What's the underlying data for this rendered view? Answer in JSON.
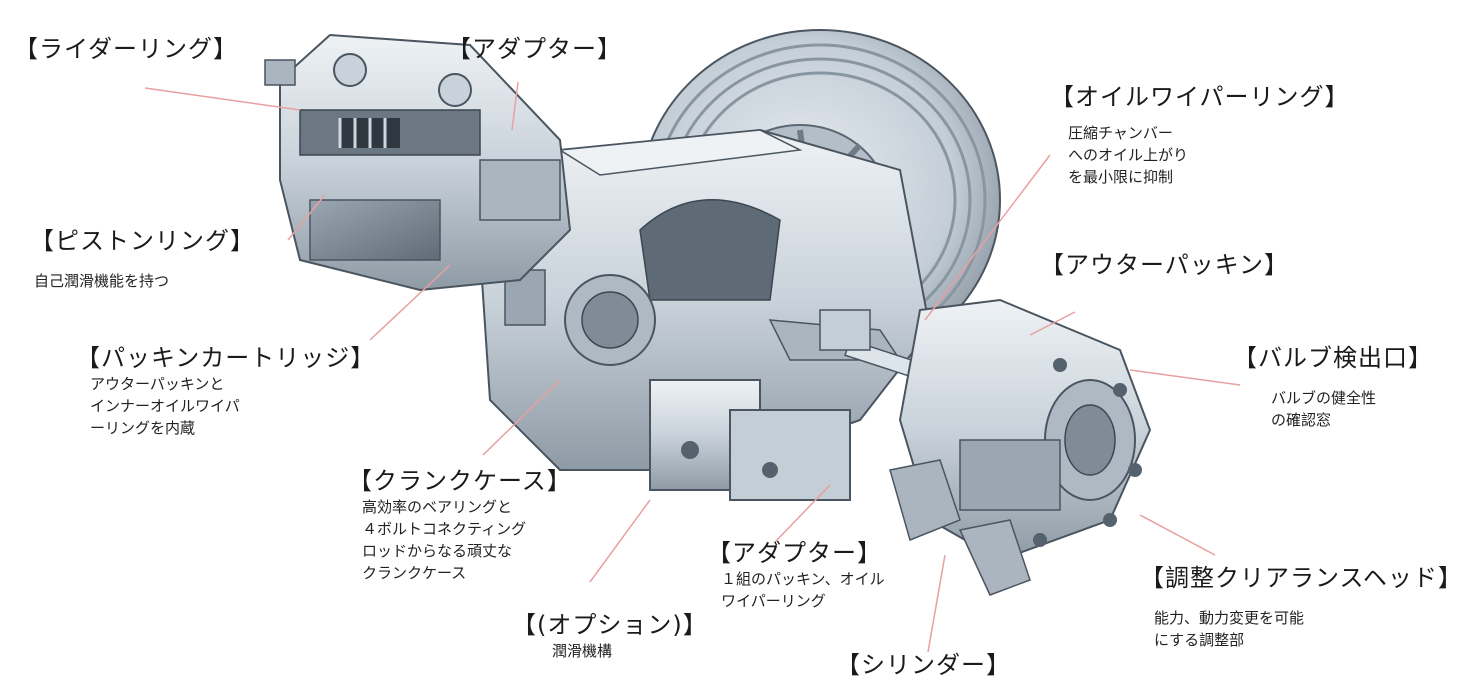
{
  "labels": [
    {
      "id": "rider-ring",
      "title": "【ライダーリング】",
      "lines": []
    },
    {
      "id": "adapter-top",
      "title": "【アダプター】",
      "lines": []
    },
    {
      "id": "oil-wiper-ring",
      "title": "【オイルワイパーリング】",
      "lines": [
        "圧縮チャンバー",
        "へのオイル上がり",
        "を最小限に抑制"
      ]
    },
    {
      "id": "piston-ring",
      "title": "【ピストンリング】",
      "lines": [
        "自己潤滑機能を持つ"
      ]
    },
    {
      "id": "outer-packing",
      "title": "【アウターパッキン】",
      "lines": []
    },
    {
      "id": "packing-cartridge",
      "title": "【パッキンカートリッジ】",
      "lines": [
        "アウターパッキンと",
        "インナーオイルワイパ",
        "ーリングを内蔵"
      ]
    },
    {
      "id": "valve-inspection",
      "title": "【バルブ検出口】",
      "lines": [
        "バルブの健全性",
        "の確認窓"
      ]
    },
    {
      "id": "crankcase",
      "title": "【クランクケース】",
      "lines": [
        "高効率のベアリングと",
        "４ボルトコネクティング",
        "ロッドからなる頑丈な",
        "クランクケース"
      ]
    },
    {
      "id": "adapter-bottom",
      "title": "【アダプター】",
      "lines": [
        "１組のパッキン、オイル",
        "ワイパーリング"
      ]
    },
    {
      "id": "clearance-head",
      "title": "【調整クリアランスヘッド】",
      "lines": [
        "能力、動力変更を可能",
        "にする調整部"
      ]
    },
    {
      "id": "option",
      "title": "【(オプション)】",
      "lines": [
        "潤滑機構"
      ]
    },
    {
      "id": "cylinder",
      "title": "【シリンダー】",
      "lines": []
    }
  ],
  "colors": {
    "leader": "#e8a0a0",
    "metal_light": "#dfe6ec",
    "metal_mid": "#b8c3cd",
    "metal_dark": "#7d8a96",
    "outline": "#4a5560",
    "text": "#222222"
  }
}
